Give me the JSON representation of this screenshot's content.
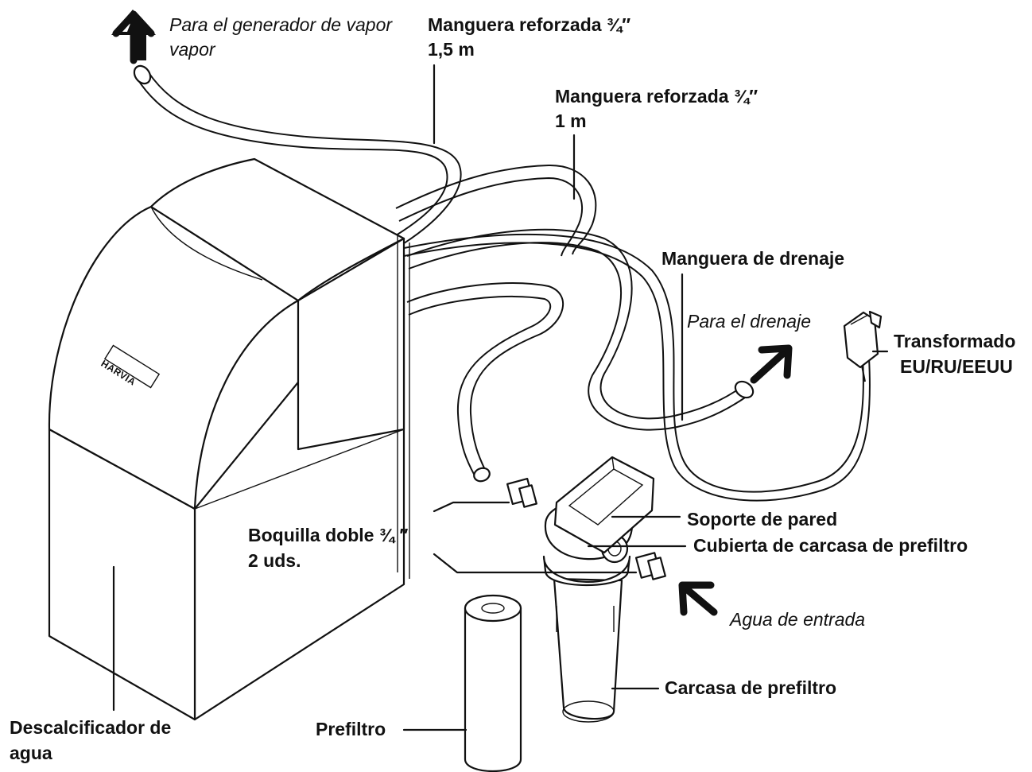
{
  "labels": {
    "steam_direction": "Para el generador de vapor",
    "steam_direction_l2": "vapor",
    "hose_15": "Manguera reforzada ¾″",
    "hose_15_len": "1,5 m",
    "hose_1": "Manguera reforzada ¾″",
    "hose_1_len": "1 m",
    "drain_hose": "Manguera de drenaje",
    "drain_direction": "Para el drenaje",
    "transformer": "Transformado",
    "transformer_regions": "EU/RU/EEUU",
    "wall_bracket": "Soporte de pared",
    "filter_cover": "Cubierta de carcasa de prefiltro",
    "double_nozzle": "Boquilla doble ¾ ″",
    "double_nozzle_qty": "2 uds.",
    "inlet_water": "Agua de entrada",
    "filter_housing": "Carcasa de prefiltro",
    "softener": "Descalcificador de",
    "softener_l2": "agua",
    "prefilter": "Prefiltro",
    "brand": "HARVIA"
  },
  "icons": [
    "arrow-up-icon",
    "arrow-upright-icon",
    "arrow-upleft-icon"
  ]
}
